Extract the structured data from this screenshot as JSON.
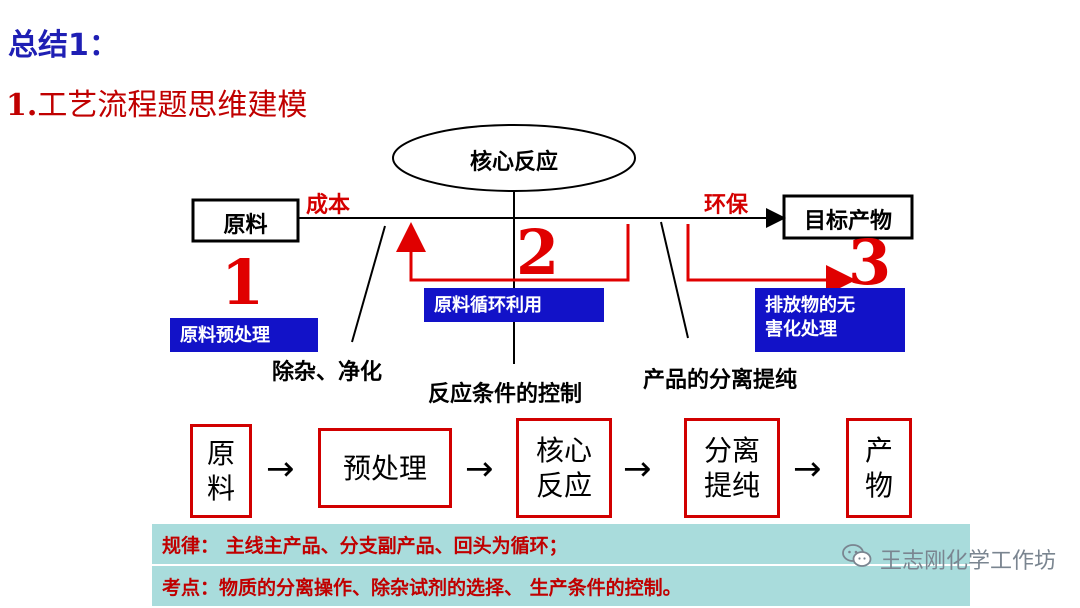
{
  "header": {
    "summary_title": "总结1：",
    "section_number": "1.",
    "section_title": "工艺流程题思维建模"
  },
  "diagram": {
    "core_ellipse": "核心反应",
    "raw_material": "原料",
    "target_product": "目标产物",
    "cost_label": "成本",
    "env_label": "环保",
    "num1": "1",
    "num2": "2",
    "num3": "3",
    "blue1": "原料预处理",
    "blue2": "原料循环利用",
    "blue3_line1": "排放物的无",
    "blue3_line2": "害化处理",
    "branch1": "除杂、净化",
    "branch2": "反应条件的控制",
    "branch3": "产品的分离提纯"
  },
  "flow": {
    "steps": [
      {
        "line1": "原",
        "line2": "料"
      },
      {
        "line1": "预处理",
        "line2": ""
      },
      {
        "line1": "核心",
        "line2": "反应"
      },
      {
        "line1": "分离",
        "line2": "提纯"
      },
      {
        "line1": "产",
        "line2": "物"
      }
    ],
    "arrow": "→"
  },
  "bands": {
    "rule": "规律：  主线主产品、分支副产品、回头为循环；",
    "points": "考点：物质的分离操作、除杂试剂的选择、 生产条件的控制。"
  },
  "watermark": "王志刚化学工作坊",
  "colors": {
    "title_blue": "#1f1fb4",
    "accent_red": "#d40000",
    "box_blue": "#1212c8",
    "band_teal": "#a9dcdc"
  }
}
